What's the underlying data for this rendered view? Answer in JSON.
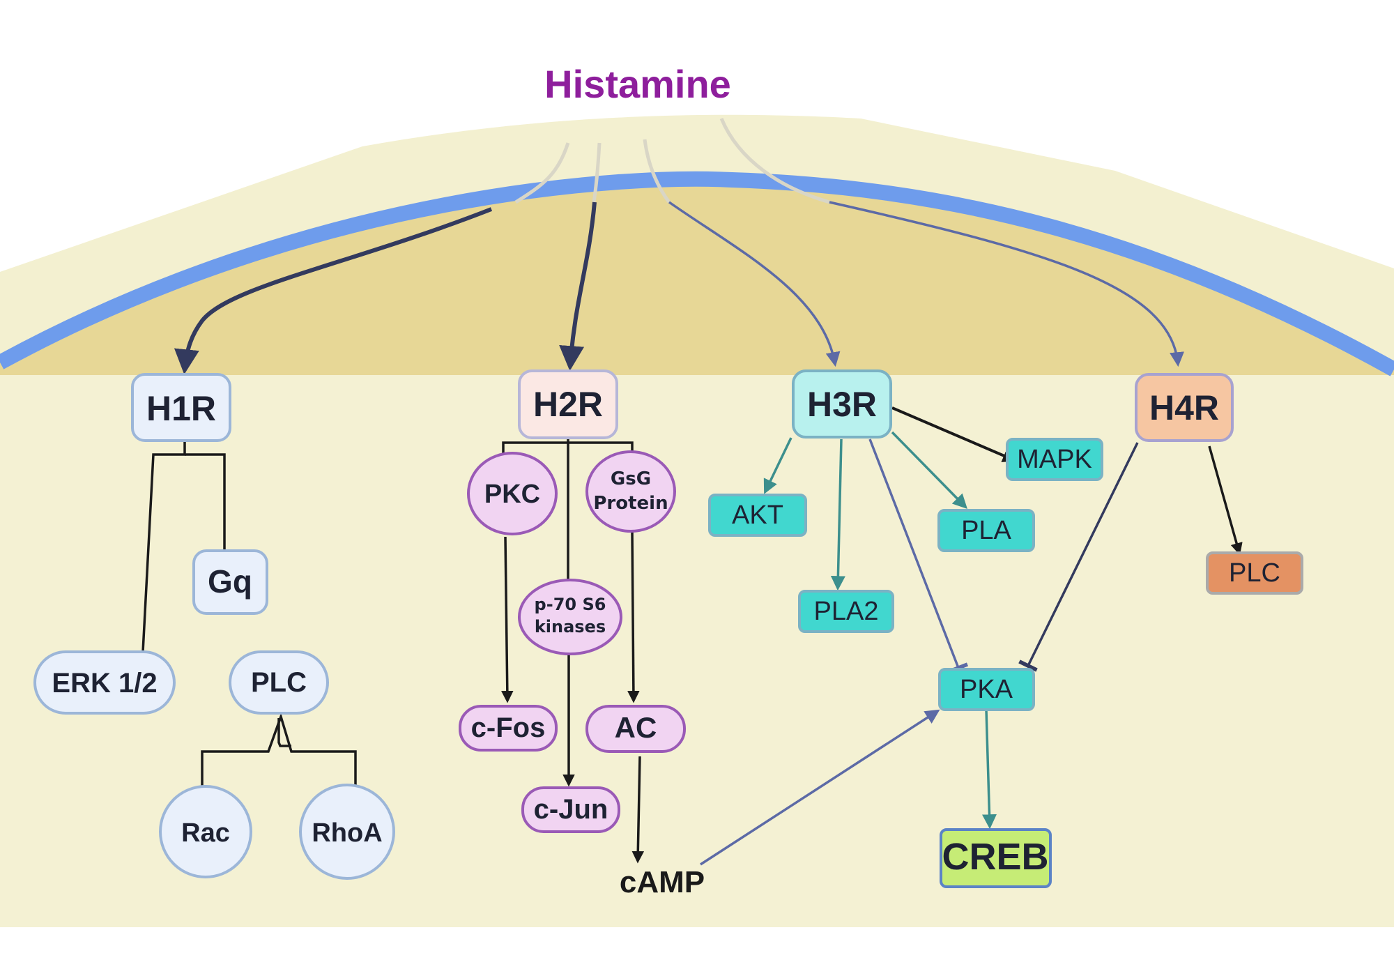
{
  "title": "Histamine",
  "colors": {
    "title": "#8e1e9c",
    "membrane": "#6e9cec",
    "extracellular": "#f3f0d0",
    "cytoplasm_top": "#e7d796",
    "cytoplasm": "#f4f1d3",
    "h1_fill": "#e9f0fb",
    "h1_stroke": "#9cb6d8",
    "h2_fill": "#fbe8e4",
    "h2_stroke": "#b6b6d8",
    "purple_fill": "#f1d4f2",
    "purple_stroke": "#9a5ab6",
    "cyan_fill": "#41d7cf",
    "cyan_stroke": "#7bb2c4",
    "h3_fill": "#b8f1ee",
    "h4_fill": "#f6c6a2",
    "h4_stroke": "#a7a2d0",
    "plc4_fill": "#e49263",
    "plc4_stroke": "#aaaaaa",
    "creb_fill": "#c6ec76",
    "creb_stroke": "#5b83c6",
    "dark_arrow": "#333a5e",
    "blue_arrow": "#5c6aa6",
    "teal_arrow": "#3c8f8d",
    "black_line": "#1a1a1a"
  },
  "receptors": {
    "h1r": "H1R",
    "h2r": "H2R",
    "h3r": "H3R",
    "h4r": "H4R"
  },
  "h1_pathway": {
    "gq": "Gq",
    "erk": "ERK 1/2",
    "plc": "PLC",
    "rac": "Rac",
    "rhoa": "RhoA"
  },
  "h2_pathway": {
    "pkc": "PKC",
    "gsg_line1": "GsG",
    "gsg_line2": "Protein",
    "p70_line1": "p-70 S6",
    "p70_line2": "kinases",
    "cfos": "c-Fos",
    "ac": "AC",
    "cjun": "c-Jun",
    "camp": "cAMP"
  },
  "h3_pathway": {
    "akt": "AKT",
    "mapk": "MAPK",
    "pla": "PLA",
    "pla2": "PLA2",
    "pka": "PKA",
    "creb": "CREB"
  },
  "h4_pathway": {
    "plc": "PLC"
  }
}
